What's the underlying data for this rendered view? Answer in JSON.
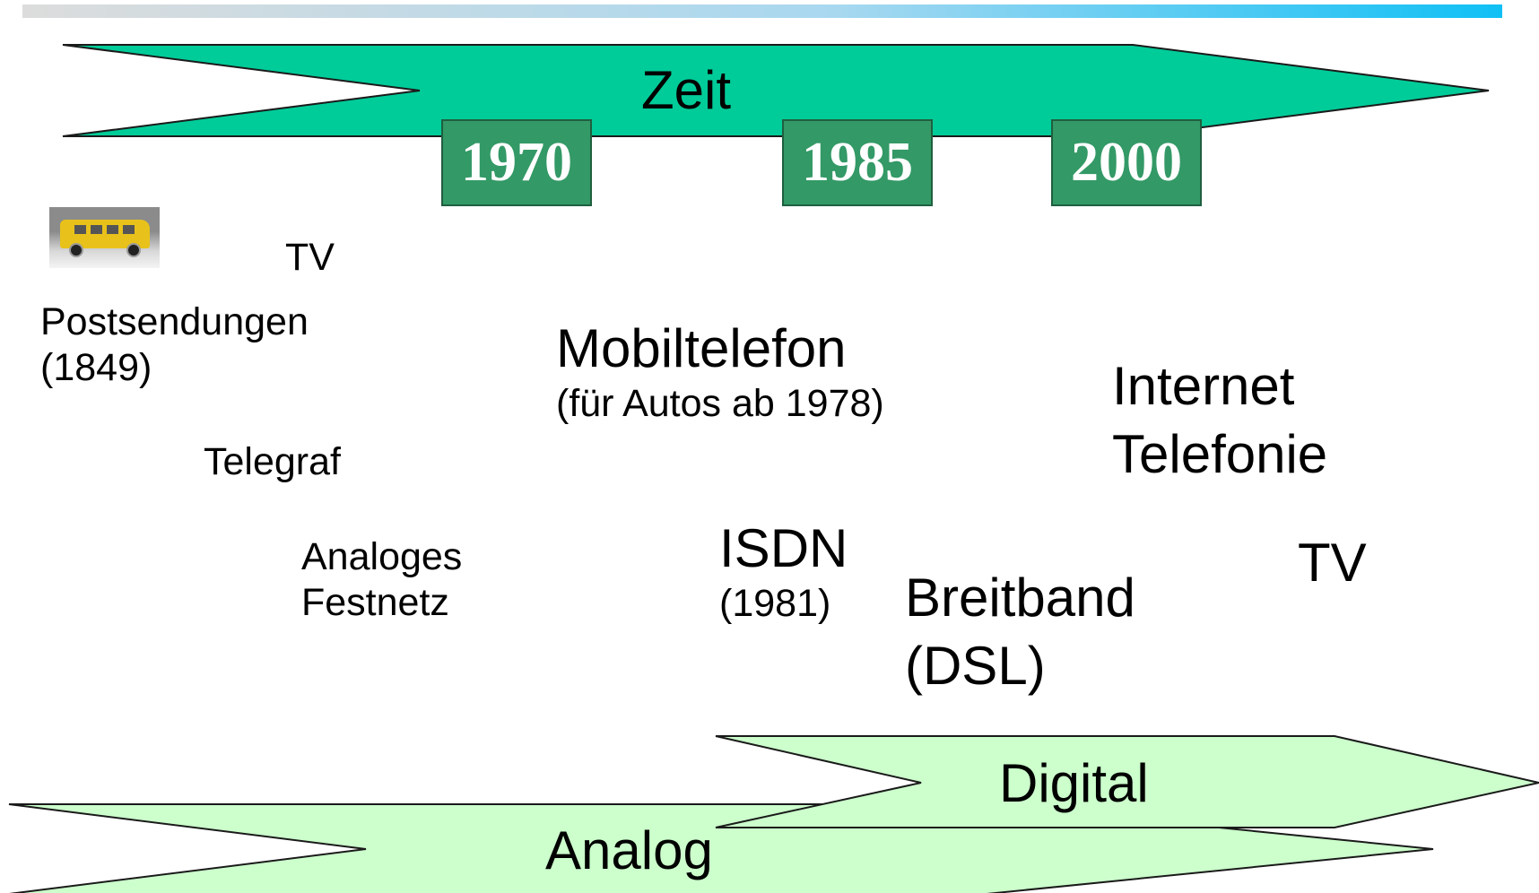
{
  "timeline": {
    "label": "Zeit",
    "years": [
      "1970",
      "1985",
      "2000"
    ]
  },
  "labels": {
    "tv_1": "TV",
    "post_line1": "Postsendungen",
    "post_line2": "(1849)",
    "telegraf": "Telegraf",
    "festnetz_line1": "Analoges",
    "festnetz_line2": "Festnetz",
    "mobil_line1": "Mobiltelefon",
    "mobil_line2": "(für Autos ab 1978)",
    "isdn_line1": "ISDN",
    "isdn_line2": "(1981)",
    "breitband_line1": "Breitband",
    "breitband_line2": "(DSL)",
    "internet_line1": "Internet",
    "internet_line2": "Telefonie",
    "tv_2": "TV"
  },
  "bands": {
    "digital": "Digital",
    "analog": "Analog"
  },
  "colors": {
    "timeline_arrow": "#00CC99",
    "year_box": "#339966",
    "band_fill": "#CCFFCC",
    "header_bar_end": "#10C0F5"
  }
}
